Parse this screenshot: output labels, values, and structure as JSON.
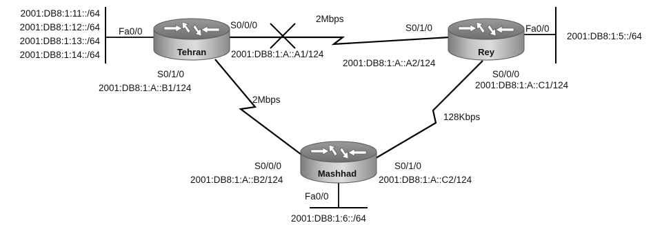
{
  "routers": {
    "tehran": {
      "name": "Tehran"
    },
    "rey": {
      "name": "Rey"
    },
    "mashhad": {
      "name": "Mashhad"
    }
  },
  "lans": {
    "tehran": {
      "prefixes": [
        "2001:DB8:1:11::/64",
        "2001:DB8:1:12::/64",
        "2001:DB8:1:13::/64",
        "2001:DB8:1:14::/64"
      ],
      "interface": "Fa0/0"
    },
    "rey": {
      "prefix": "2001:DB8:1:5::/64",
      "interface": "Fa0/0"
    },
    "mashhad": {
      "prefix": "2001:DB8:1:6::/64",
      "interface": "Fa0/0"
    }
  },
  "links": {
    "tehran_rey": {
      "bandwidth": "2Mbps",
      "tehran_if": "S0/0/0",
      "tehran_ip": "2001:DB8:1:A::A1/124",
      "rey_if": "S0/1/0",
      "rey_ip": "2001:DB8:1:A::A2/124",
      "status": "down"
    },
    "tehran_mashhad": {
      "bandwidth": "2Mbps",
      "tehran_if": "S0/1/0",
      "tehran_ip": "2001:DB8:1:A::B1/124",
      "mashhad_if": "S0/0/0",
      "mashhad_ip": "2001:DB8:1:A::B2/124"
    },
    "rey_mashhad": {
      "bandwidth": "128Kbps",
      "rey_if": "S0/0/0",
      "rey_ip": "2001:DB8:1:A::C1/124",
      "mashhad_if": "S0/1/0",
      "mashhad_ip": "2001:DB8:1:A::C2/124"
    }
  }
}
